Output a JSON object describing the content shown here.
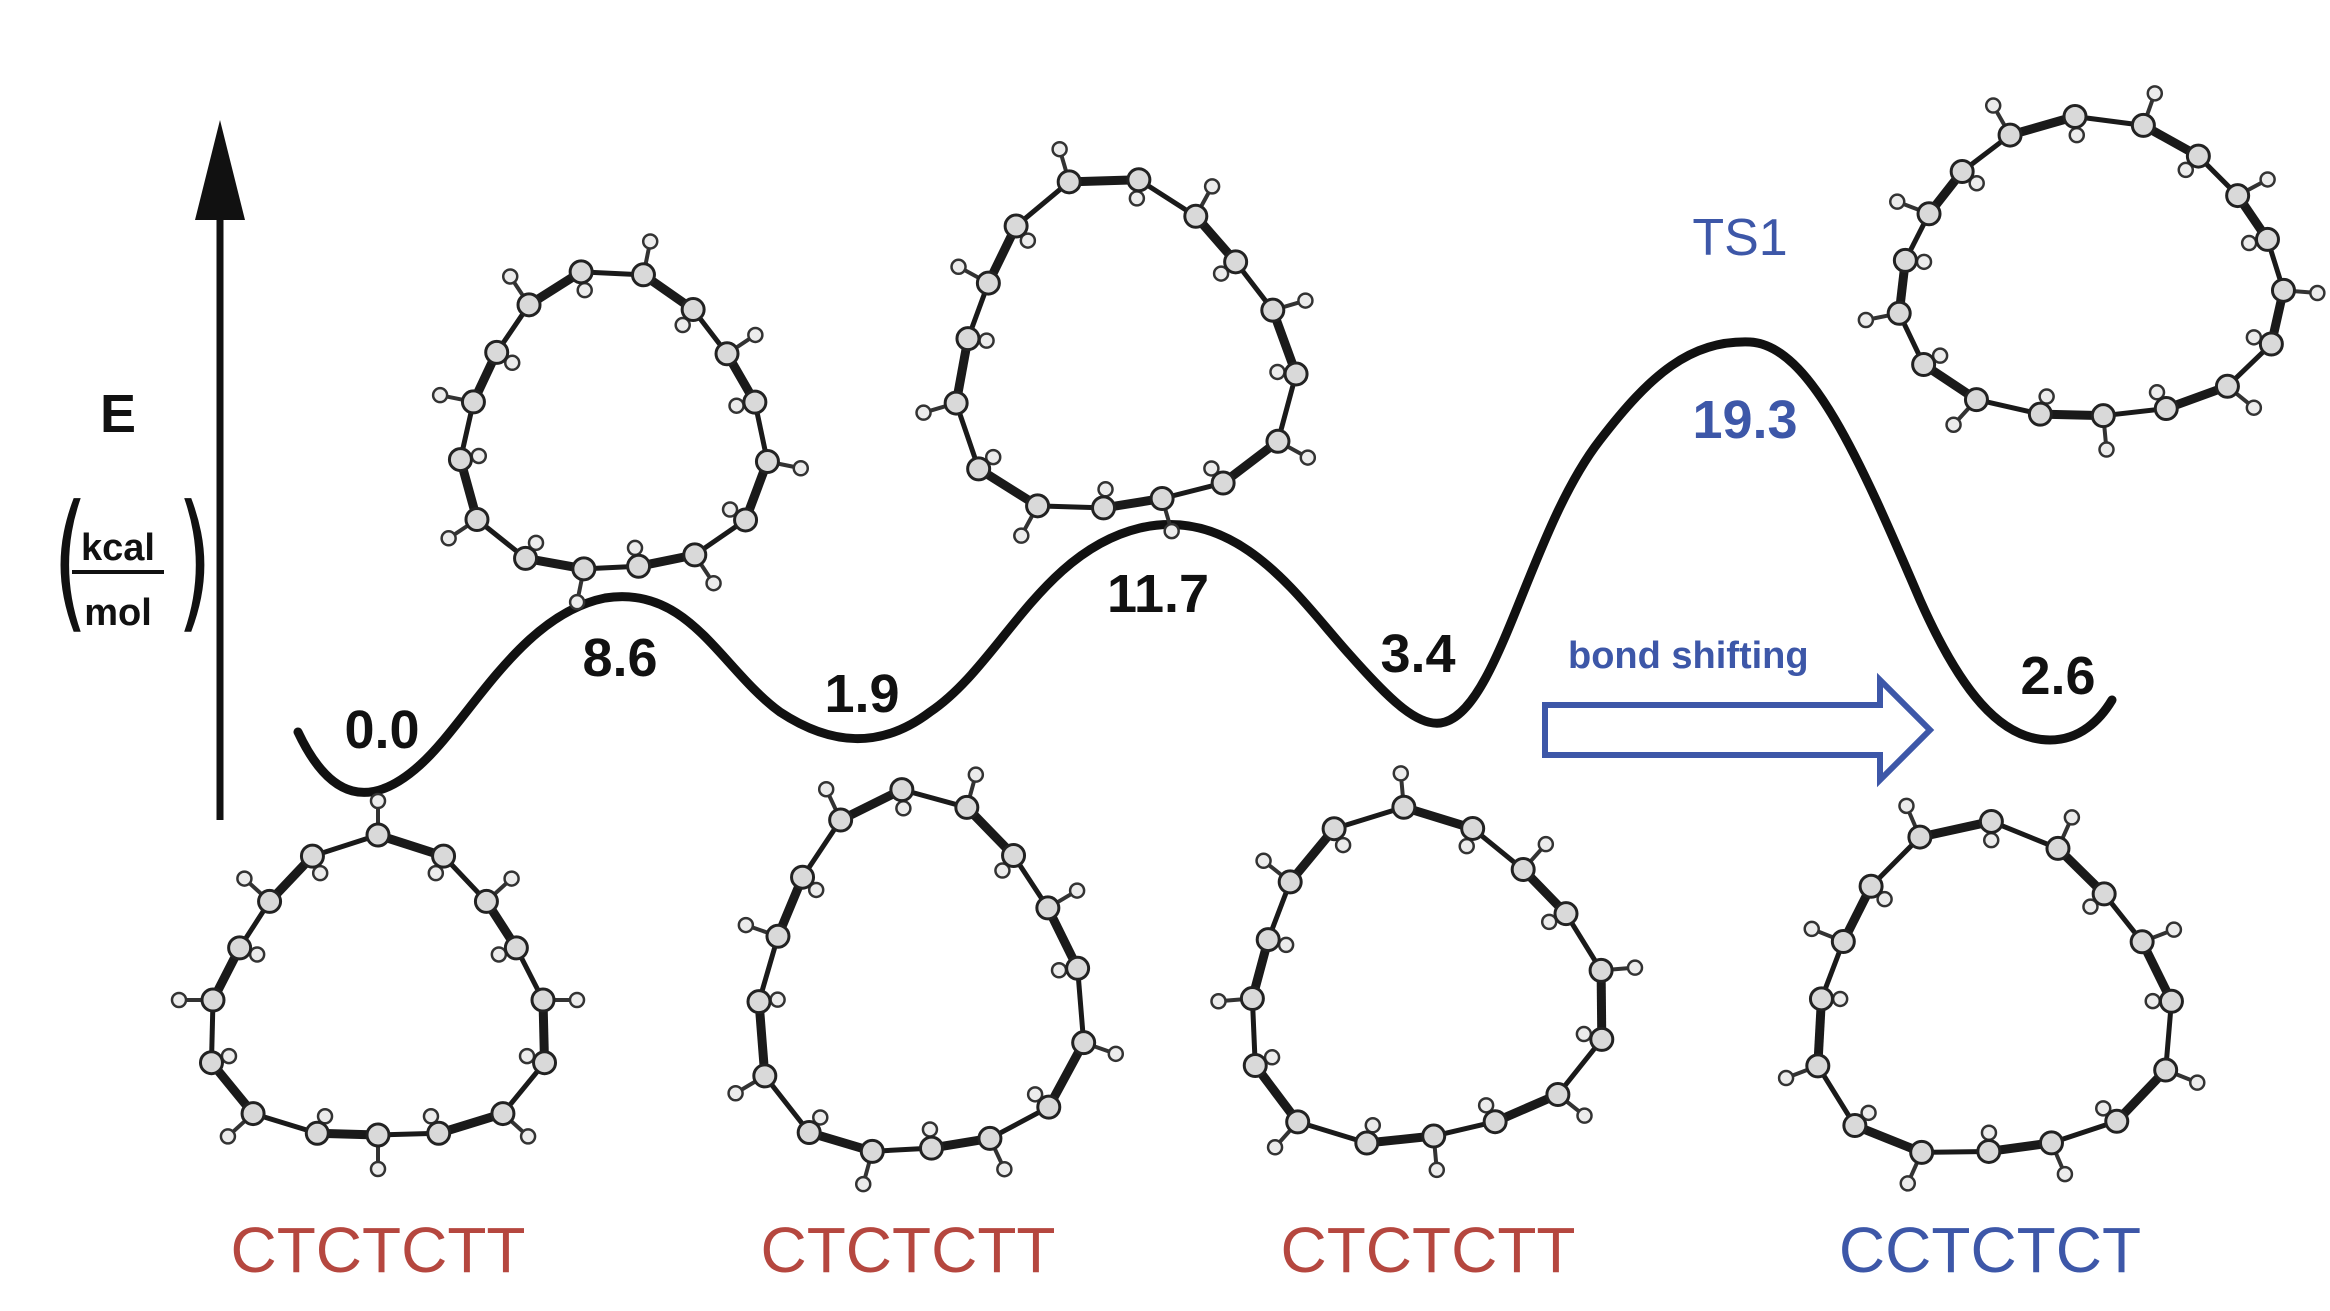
{
  "axis": {
    "label": "E",
    "unit_numerator": "kcal",
    "unit_denominator": "mol"
  },
  "energies": [
    {
      "id": "min-1",
      "label": "0.0",
      "color": "#111111"
    },
    {
      "id": "ts-1",
      "label": "8.6",
      "color": "#111111"
    },
    {
      "id": "min-2",
      "label": "1.9",
      "color": "#111111"
    },
    {
      "id": "ts-2",
      "label": "11.7",
      "color": "#111111"
    },
    {
      "id": "min-3",
      "label": "3.4",
      "color": "#111111"
    },
    {
      "id": "ts-bond-shift",
      "label": "19.3",
      "color": "#3d57a8"
    },
    {
      "id": "min-4",
      "label": "2.6",
      "color": "#111111"
    }
  ],
  "ts_name": "TS1",
  "bond_shift_label": "bond shifting",
  "conformers": [
    {
      "label": "CTCTCTT",
      "color": "#b5473f"
    },
    {
      "label": "CTCTCTT",
      "color": "#b5473f"
    },
    {
      "label": "CTCTCTT",
      "color": "#b5473f"
    },
    {
      "label": "CCTCTCT",
      "color": "#3d57a8"
    }
  ],
  "colors": {
    "curve": "#111111",
    "red_label": "#b5473f",
    "blue_label": "#3d57a8",
    "atom_fill": "#d9d9d9",
    "bond": "#222222"
  }
}
